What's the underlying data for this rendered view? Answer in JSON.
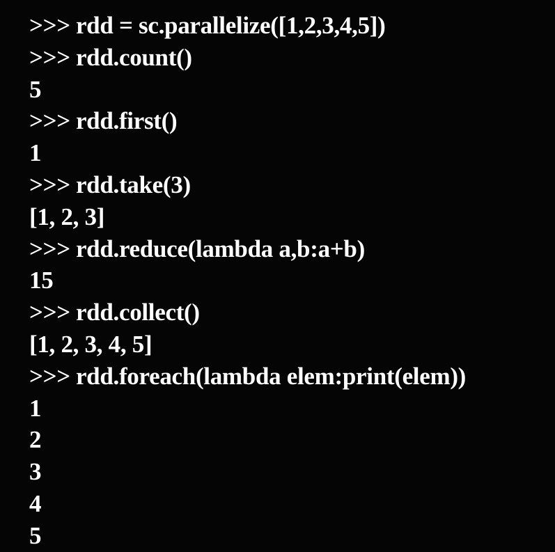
{
  "terminal": {
    "prompt": ">>>",
    "lines": [
      {
        "kind": "input",
        "text": "rdd = sc.parallelize([1,2,3,4,5])"
      },
      {
        "kind": "input",
        "text": "rdd.count()"
      },
      {
        "kind": "output",
        "text": "5"
      },
      {
        "kind": "input",
        "text": "rdd.first()"
      },
      {
        "kind": "output",
        "text": "1"
      },
      {
        "kind": "input",
        "text": "rdd.take(3)"
      },
      {
        "kind": "output",
        "text": "[1, 2, 3]"
      },
      {
        "kind": "input",
        "text": "rdd.reduce(lambda a,b:a+b)"
      },
      {
        "kind": "output",
        "text": "15"
      },
      {
        "kind": "input",
        "text": "rdd.collect()"
      },
      {
        "kind": "output",
        "text": "[1, 2, 3, 4, 5]"
      },
      {
        "kind": "input",
        "text": "rdd.foreach(lambda elem:print(elem))"
      },
      {
        "kind": "output",
        "text": "1"
      },
      {
        "kind": "output",
        "text": "2"
      },
      {
        "kind": "output",
        "text": "3"
      },
      {
        "kind": "output",
        "text": "4"
      },
      {
        "kind": "output",
        "text": "5"
      }
    ]
  },
  "colors": {
    "background": "#050505",
    "text": "#ffffff"
  }
}
